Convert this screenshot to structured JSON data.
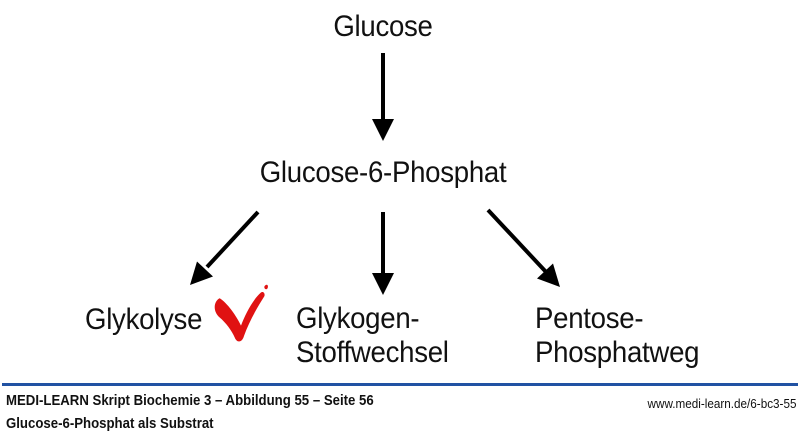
{
  "figure": {
    "nodes": {
      "root": "Glucose",
      "intermediate": "Glucose-6-Phosphat"
    },
    "branches": [
      {
        "label": "Glykolyse",
        "checked": true,
        "icon": "red-checkmark"
      },
      {
        "line1": "Glykogen-",
        "line2": "Stoffwechsel"
      },
      {
        "line1": "Pentose-",
        "line2": "Phosphatweg"
      }
    ]
  },
  "footer": {
    "source": "MEDI-LEARN Skript Biochemie 3 – Abbildung 55 – Seite 56",
    "url": "www.medi-learn.de/6-bc3-55",
    "caption": "Glucose-6-Phosphat als Substrat"
  },
  "colors": {
    "text": "#111111",
    "arrow": "#000000",
    "checkmark": "#e01212",
    "divider": "#2152a3",
    "background": "#ffffff"
  }
}
